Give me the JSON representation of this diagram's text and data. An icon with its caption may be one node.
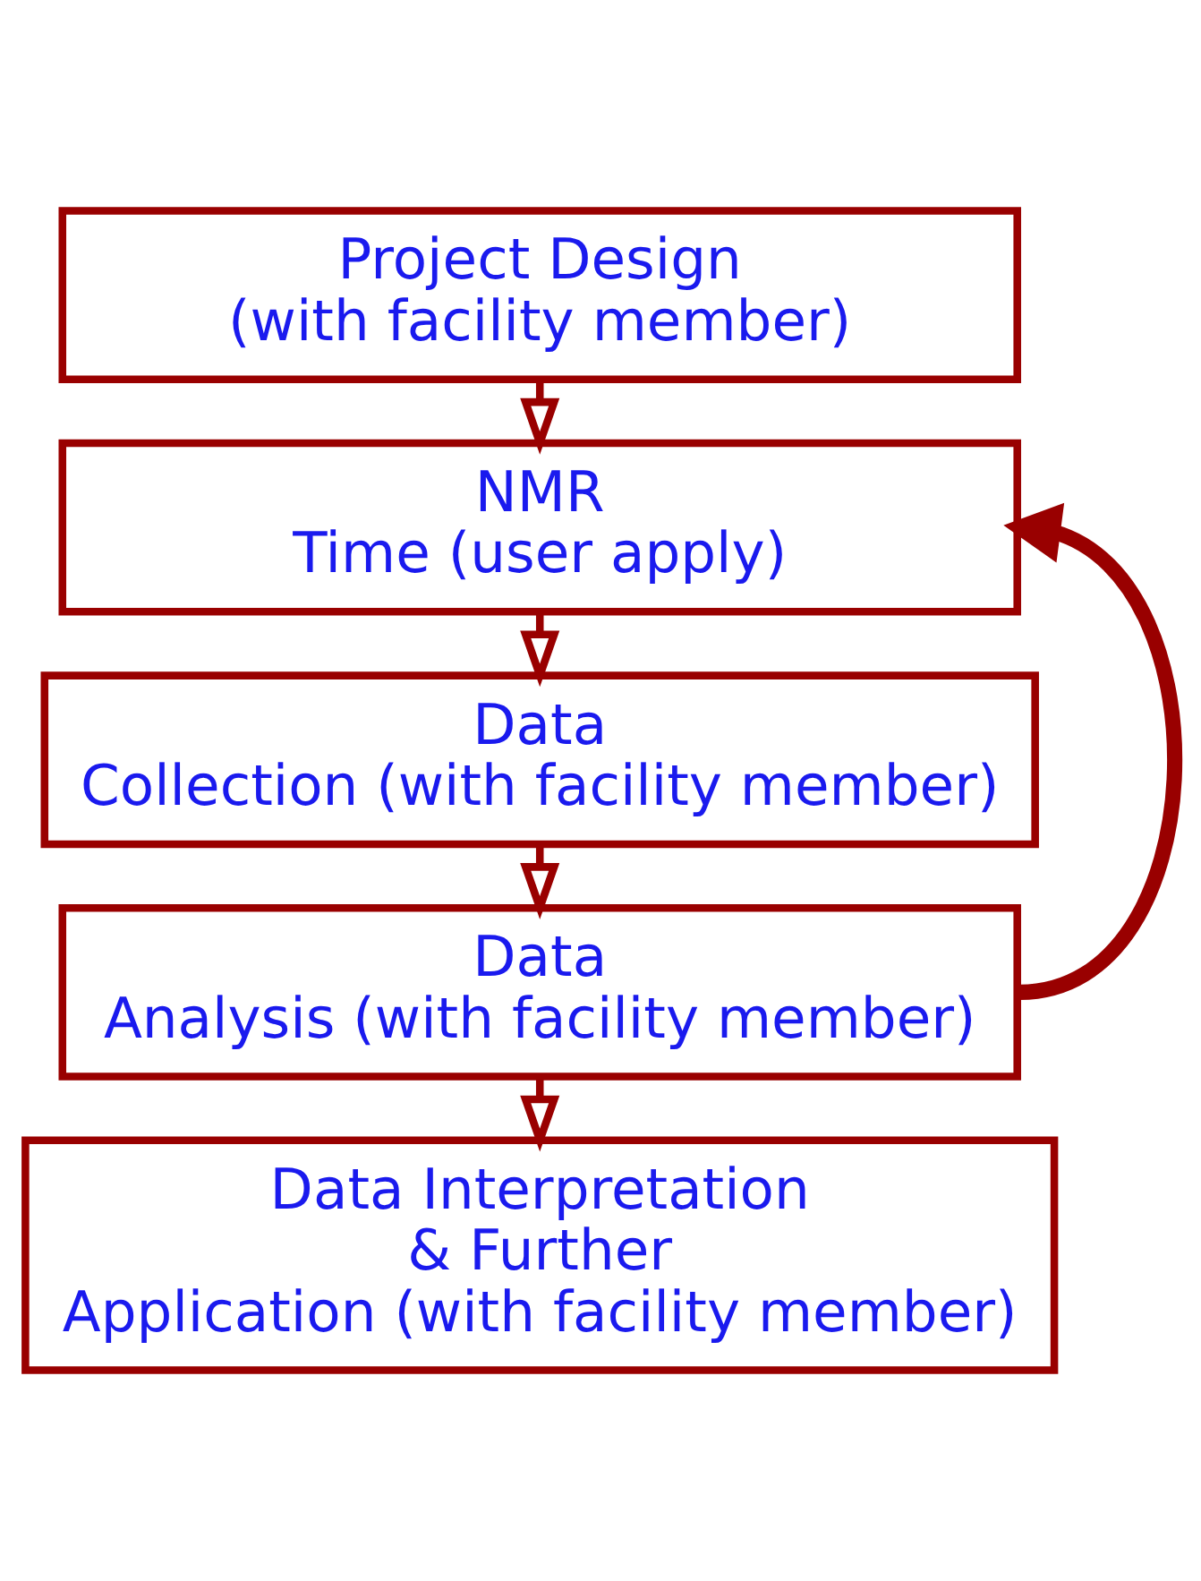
{
  "diagram": {
    "nodes": [
      {
        "text": [
          "Project Design (with facility member)"
        ]
      },
      {
        "text": [
          "NMR Time (user apply)"
        ]
      },
      {
        "text": [
          "Data Collection (with facility member)"
        ]
      },
      {
        "text": [
          "Data Analysis (with facility member)"
        ]
      },
      {
        "text": [
          "Data Interpretation & Further Application (with facility member)"
        ]
      }
    ],
    "edges": [
      {
        "from": 0,
        "to": 1,
        "arrow": "to"
      },
      {
        "from": 1,
        "to": 2,
        "arrow": "to"
      },
      {
        "from": 2,
        "to": 3,
        "arrow": "to"
      },
      {
        "from": 3,
        "to": 4,
        "arrow": "to"
      },
      {
        "from": 3,
        "to": 1,
        "arrow": "to",
        "style": "thick"
      }
    ]
  }
}
